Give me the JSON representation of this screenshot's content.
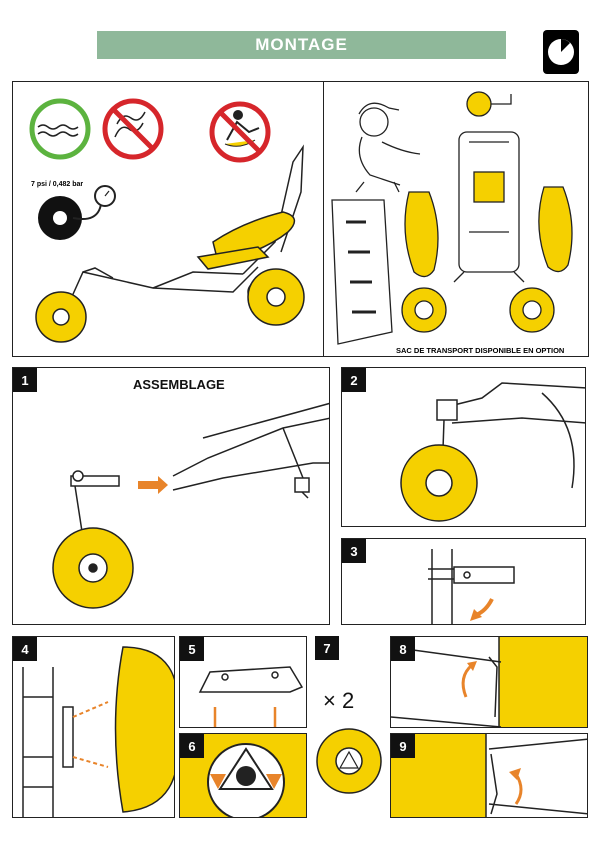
{
  "header": {
    "title": "MONTAGE"
  },
  "intro": {
    "pressure_label": "7 psi / 0,482 bar",
    "bag_caption": "SAC DE TRANSPORT DISPONIBLE EN OPTION"
  },
  "steps": {
    "s1": {
      "number": "1",
      "title": "ASSEMBLAGE"
    },
    "s2": {
      "number": "2"
    },
    "s3": {
      "number": "3"
    },
    "s4": {
      "number": "4"
    },
    "s5": {
      "number": "5"
    },
    "s6": {
      "number": "6"
    },
    "s7": {
      "number": "7",
      "multiplier": "× 2"
    },
    "s8": {
      "number": "8"
    },
    "s9": {
      "number": "9"
    }
  },
  "colors": {
    "banner": "#8fb89a",
    "accent_yellow": "#f5d000",
    "arrow_orange": "#e8842a",
    "forbidden_red": "#d6262b",
    "allowed_green": "#5cb33f"
  }
}
